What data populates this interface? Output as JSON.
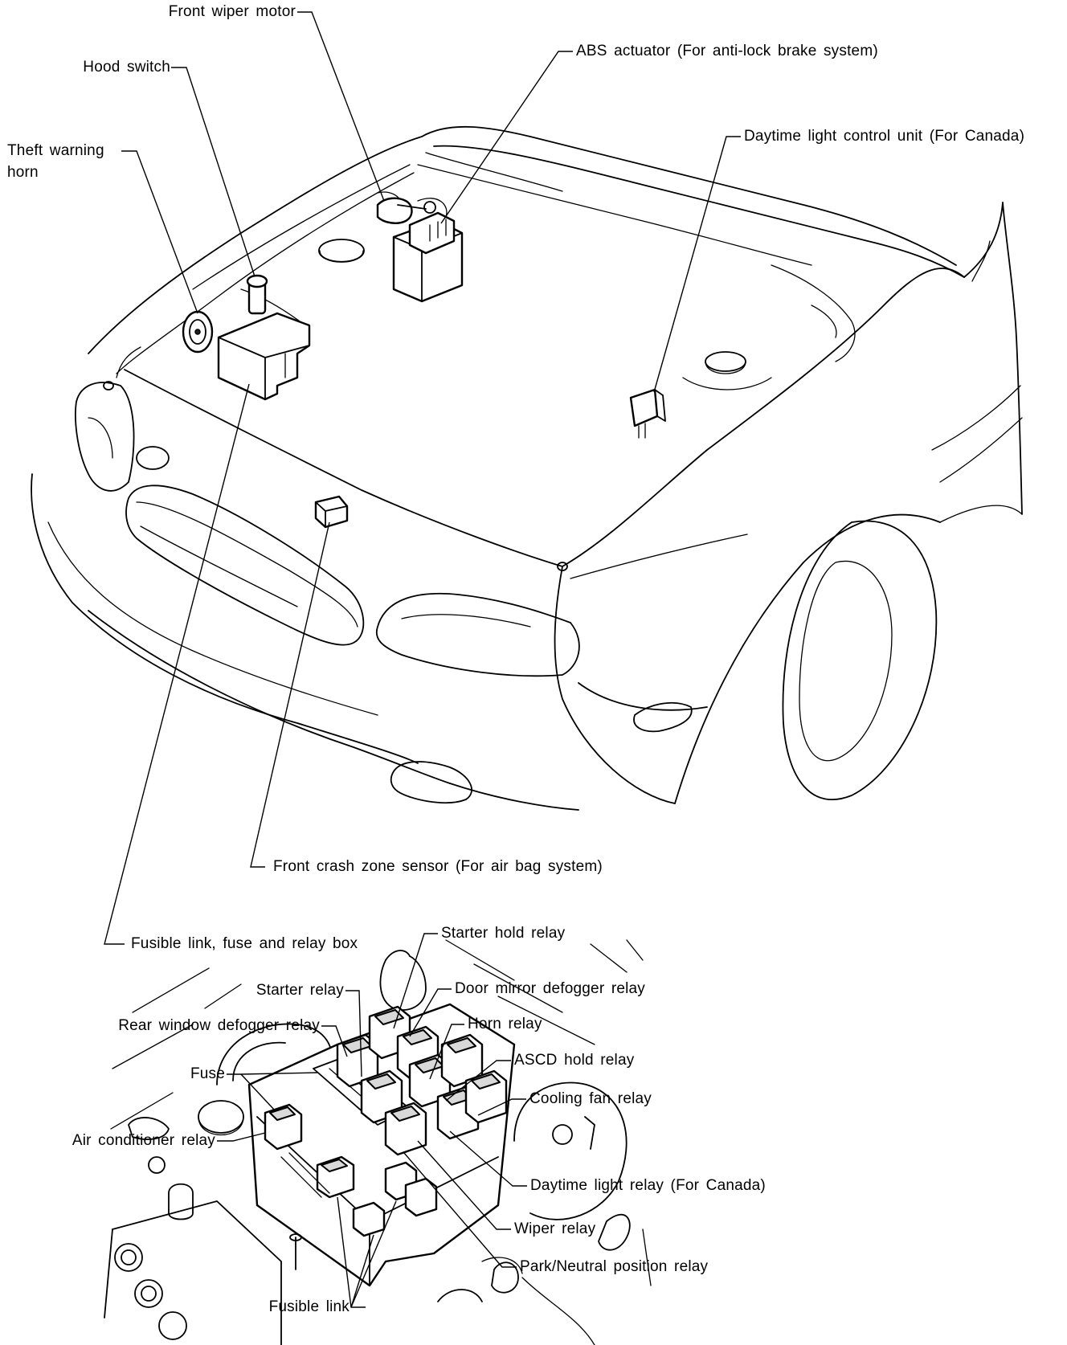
{
  "labels": {
    "front_wiper_motor": "Front wiper motor",
    "abs_actuator": "ABS actuator (For anti-lock brake system)",
    "hood_switch": "Hood switch",
    "daytime_light_control_unit": "Daytime light control unit (For Canada)",
    "theft_warning_horn_1": "Theft warning",
    "theft_warning_horn_2": "horn",
    "front_crash_zone_sensor": "Front crash zone sensor (For air bag system)",
    "fusible_link_box": "Fusible link, fuse and relay box",
    "starter_hold_relay": "Starter hold relay",
    "starter_relay": "Starter relay",
    "door_mirror_defogger_relay": "Door mirror defogger relay",
    "rear_window_defogger_relay": "Rear window defogger relay",
    "horn_relay": "Horn relay",
    "fuse": "Fuse",
    "ascd_hold_relay": "ASCD hold relay",
    "cooling_fan_relay": "Cooling fan relay",
    "air_conditioner_relay": "Air conditioner relay",
    "daytime_light_relay": "Daytime light relay (For Canada)",
    "wiper_relay": "Wiper relay",
    "park_neutral_position_relay": "Park/Neutral position relay",
    "fusible_link": "Fusible link"
  }
}
